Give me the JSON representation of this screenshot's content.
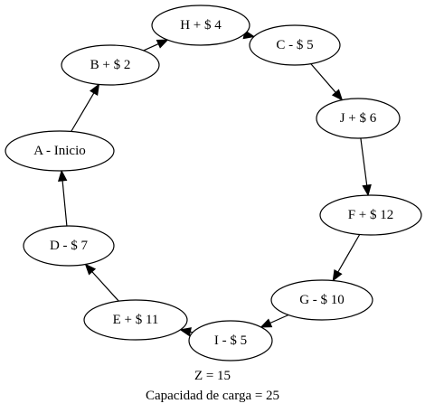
{
  "diagram": {
    "nodes": [
      {
        "id": "A",
        "label": "A - Inicio"
      },
      {
        "id": "B",
        "label": "B + $ 2"
      },
      {
        "id": "H",
        "label": "H + $ 4"
      },
      {
        "id": "C",
        "label": "C - $ 5"
      },
      {
        "id": "J",
        "label": "J + $ 6"
      },
      {
        "id": "F",
        "label": "F + $ 12"
      },
      {
        "id": "G",
        "label": "G - $ 10"
      },
      {
        "id": "I",
        "label": "I - $ 5"
      },
      {
        "id": "E",
        "label": "E + $ 11"
      },
      {
        "id": "D",
        "label": "D - $ 7"
      }
    ],
    "edges": [
      {
        "from": "A",
        "to": "B"
      },
      {
        "from": "B",
        "to": "H"
      },
      {
        "from": "H",
        "to": "C"
      },
      {
        "from": "C",
        "to": "J"
      },
      {
        "from": "J",
        "to": "F"
      },
      {
        "from": "F",
        "to": "G"
      },
      {
        "from": "G",
        "to": "I"
      },
      {
        "from": "I",
        "to": "E"
      },
      {
        "from": "E",
        "to": "D"
      },
      {
        "from": "D",
        "to": "A"
      }
    ],
    "caption": {
      "line1": "Z = 15",
      "line2": "Capacidad de carga = 25"
    }
  }
}
